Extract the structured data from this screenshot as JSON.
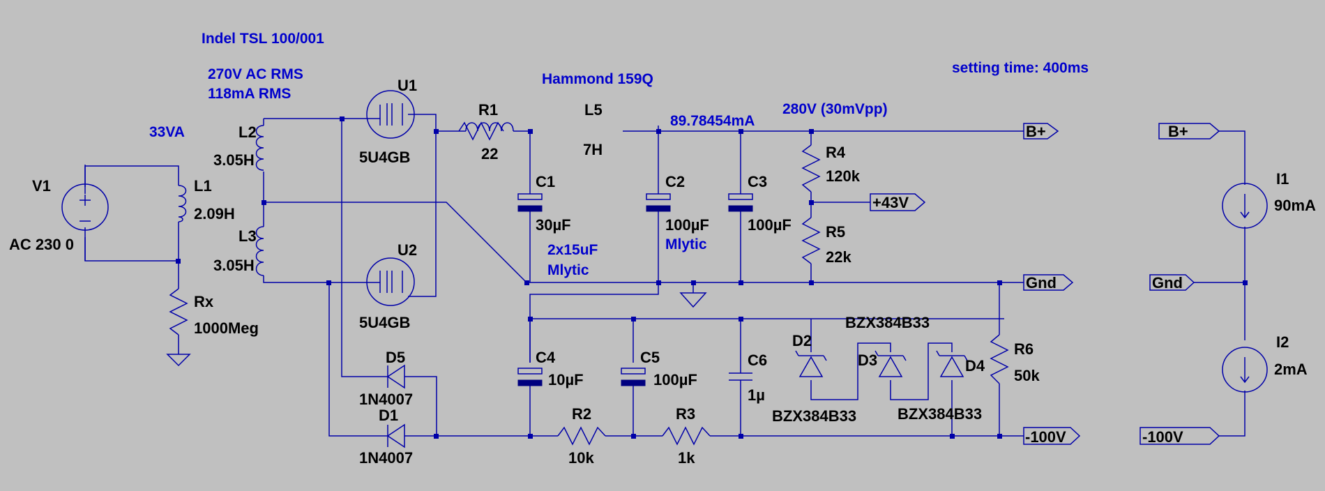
{
  "notes": {
    "transformer": "Indel TSL 100/001",
    "secondary_v": "270V AC RMS",
    "secondary_i": "118mA RMS",
    "va": "33VA",
    "choke": "Hammond 159Q",
    "settling": "setting time: 400ms",
    "current": "89.78454mA",
    "output": "280V (30mVpp)",
    "cap_note_1": "2x15uF",
    "cap_note_2": "Mlytic",
    "cap_note_3": "Mlytic"
  },
  "components": {
    "V1": {
      "name": "V1",
      "value": "AC 230 0"
    },
    "L1": {
      "name": "L1",
      "value": "2.09H"
    },
    "L2": {
      "name": "L2",
      "value": "3.05H"
    },
    "L3": {
      "name": "L3",
      "value": "3.05H"
    },
    "Rx": {
      "name": "Rx",
      "value": "1000Meg"
    },
    "U1": {
      "name": "U1",
      "value": "5U4GB"
    },
    "U2": {
      "name": "U2",
      "value": "5U4GB"
    },
    "R1": {
      "name": "R1",
      "value": "22"
    },
    "L5": {
      "name": "L5",
      "value": "7H"
    },
    "C1": {
      "name": "C1",
      "value": "30µF"
    },
    "C2": {
      "name": "C2",
      "value": "100µF"
    },
    "C3": {
      "name": "C3",
      "value": "100µF"
    },
    "R4": {
      "name": "R4",
      "value": "120k"
    },
    "R5": {
      "name": "R5",
      "value": "22k"
    },
    "D5": {
      "name": "D5",
      "value": "1N4007"
    },
    "D1": {
      "name": "D1",
      "value": "1N4007"
    },
    "C4": {
      "name": "C4",
      "value": "10µF"
    },
    "C5": {
      "name": "C5",
      "value": "100µF"
    },
    "C6": {
      "name": "C6",
      "value": "1µ"
    },
    "R2": {
      "name": "R2",
      "value": "10k"
    },
    "R3": {
      "name": "R3",
      "value": "1k"
    },
    "D2": {
      "name": "D2",
      "value": "BZX384B33"
    },
    "D3": {
      "name": "D3",
      "value": "BZX384B33"
    },
    "D4": {
      "name": "D4",
      "value": "BZX384B33"
    },
    "R6": {
      "name": "R6",
      "value": "50k"
    },
    "I1": {
      "name": "I1",
      "value": "90mA"
    },
    "I2": {
      "name": "I2",
      "value": "2mA"
    }
  },
  "flags": {
    "bplus": "B+",
    "plus43": "+43V",
    "gnd": "Gnd",
    "minus100": "-100V",
    "bplus_r": "B+",
    "gnd_r": "Gnd",
    "minus100_r": "-100V"
  }
}
